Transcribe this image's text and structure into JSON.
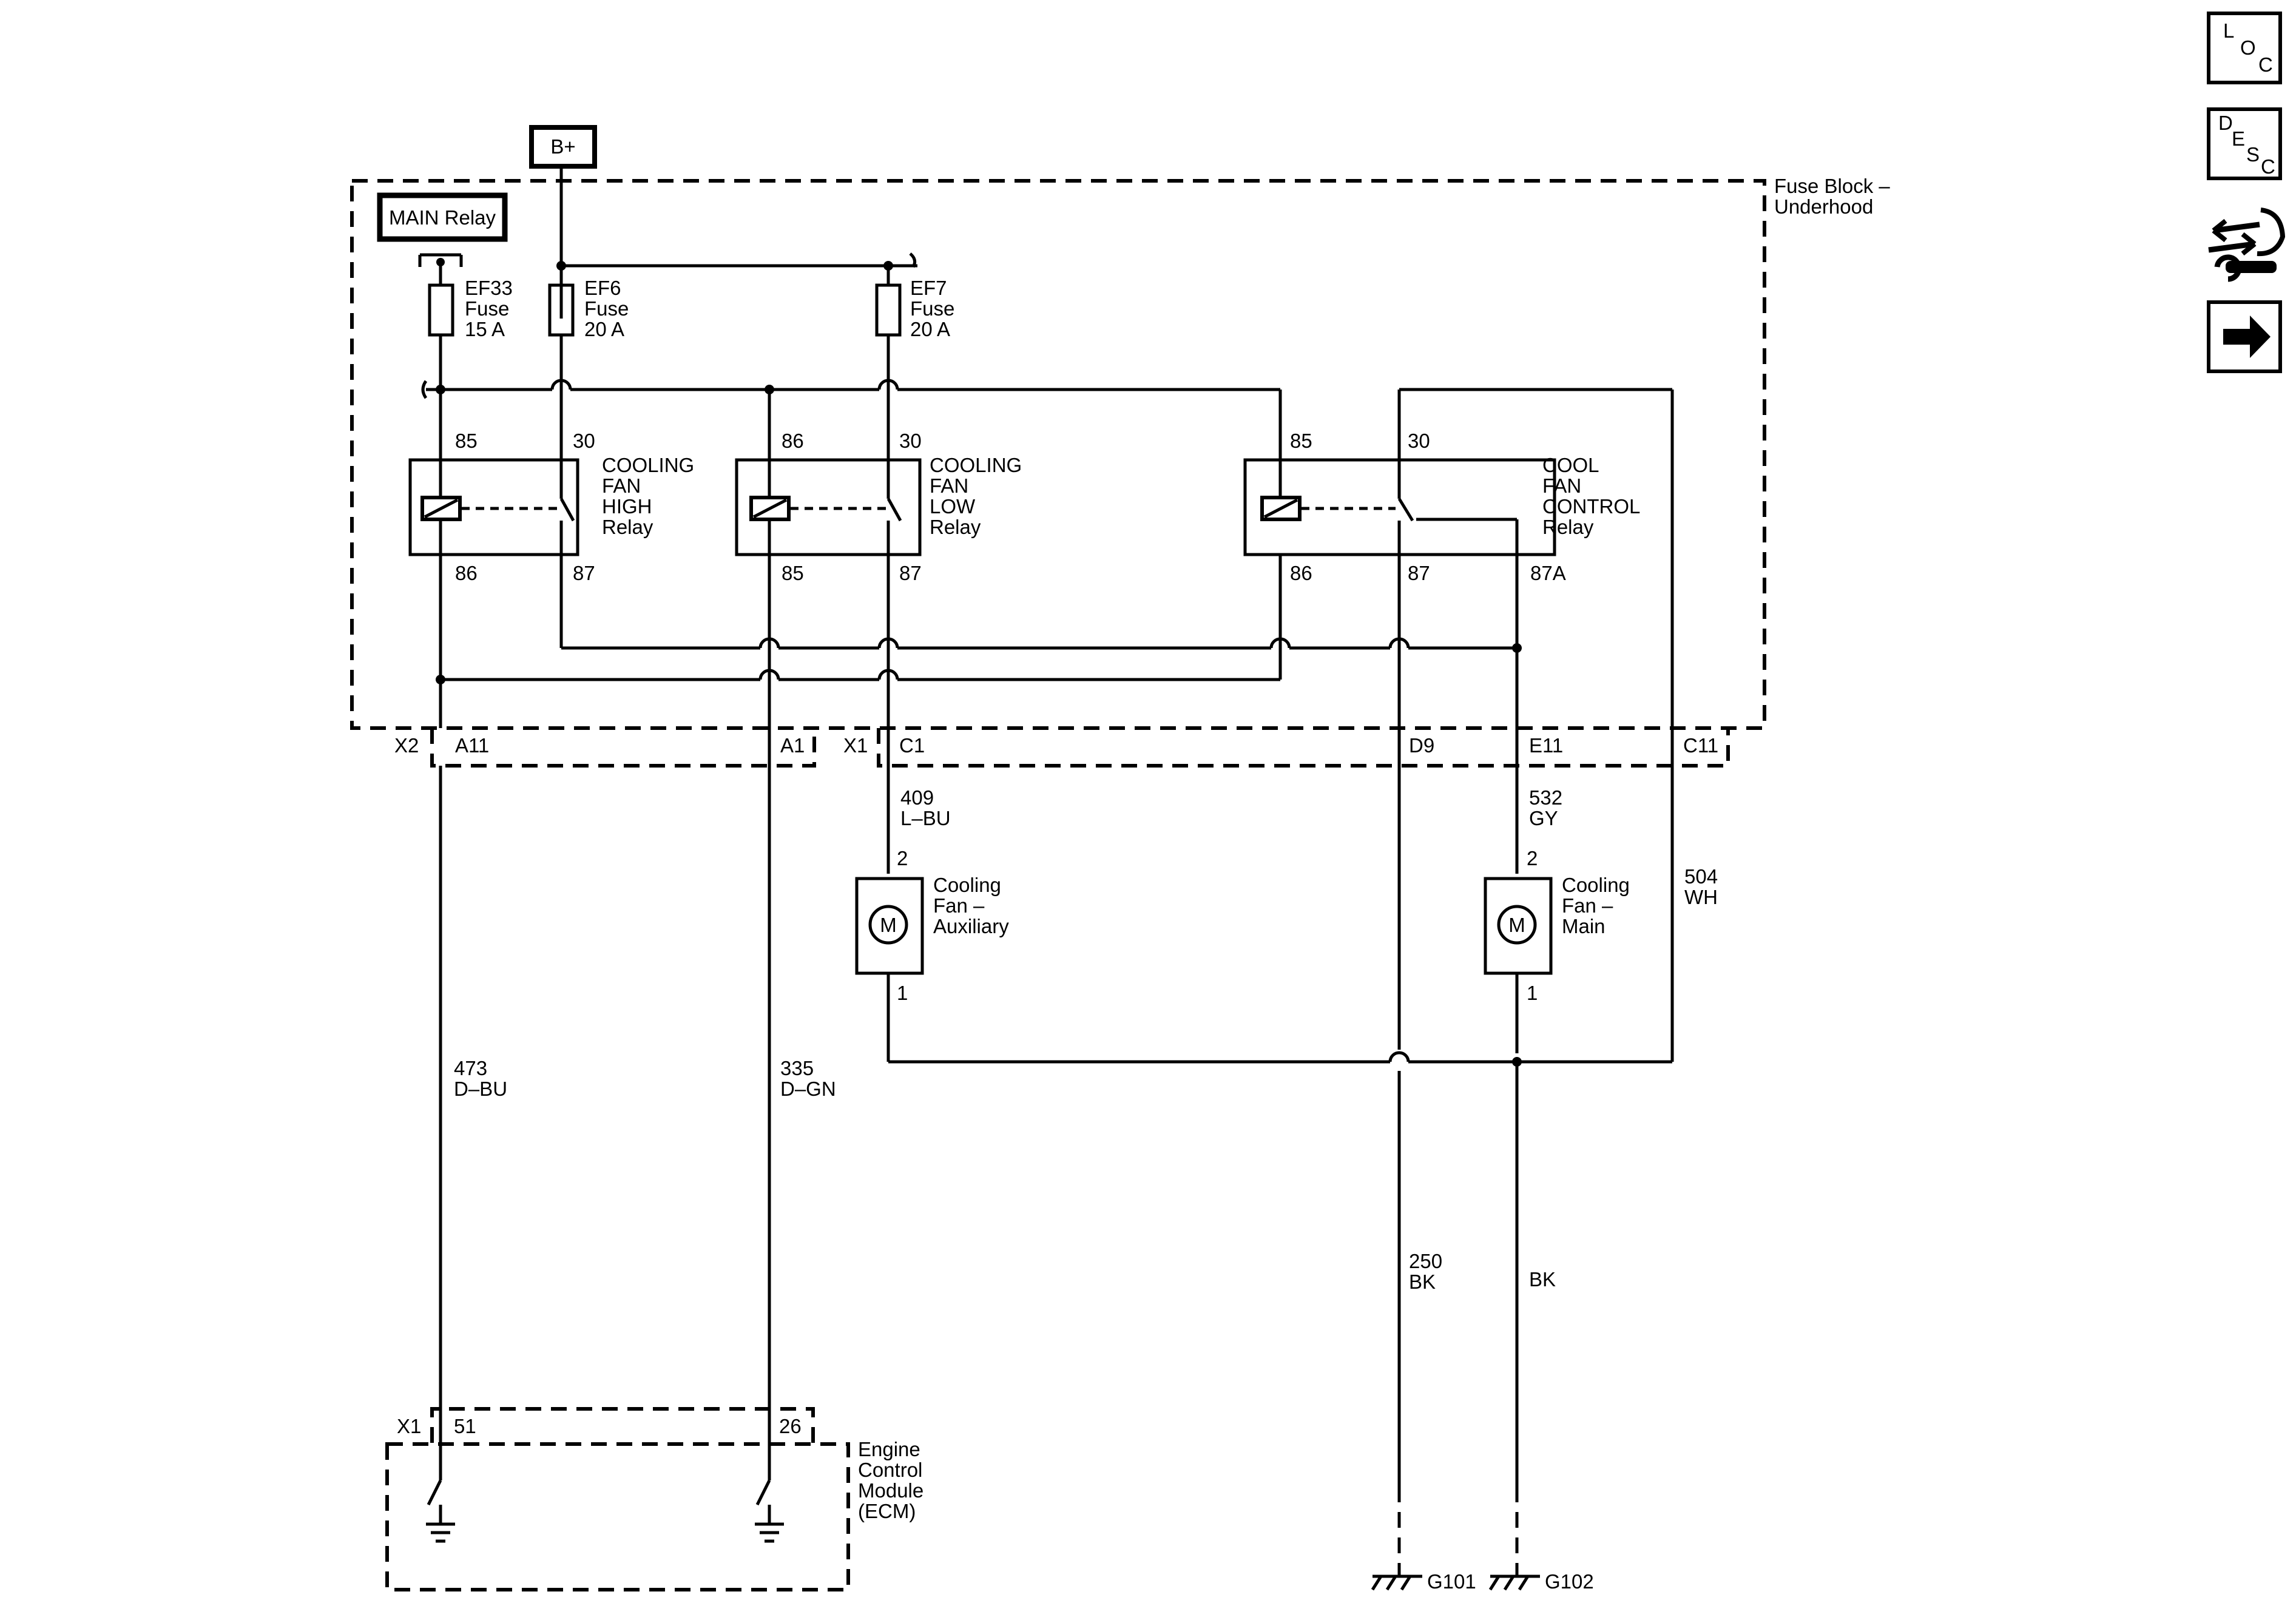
{
  "supply": {
    "battery": "B+",
    "main_relay": "MAIN Relay"
  },
  "fuse_block": {
    "title_line1": "Fuse Block –",
    "title_line2": "Underhood"
  },
  "fuses": [
    {
      "name": "EF33",
      "type": "Fuse",
      "rating": "15 A"
    },
    {
      "name": "EF6",
      "type": "Fuse",
      "rating": "20 A"
    },
    {
      "name": "EF7",
      "type": "Fuse",
      "rating": "20 A"
    }
  ],
  "relays": {
    "high": {
      "lines": [
        "COOLING",
        "FAN",
        "HIGH",
        "Relay"
      ],
      "coil_in": "85",
      "switch_in": "30",
      "coil_out": "86",
      "switch_out": "87"
    },
    "low": {
      "lines": [
        "COOLING",
        "FAN",
        "LOW",
        "Relay"
      ],
      "coil_in": "86",
      "switch_in": "30",
      "coil_out": "85",
      "switch_out": "87"
    },
    "control": {
      "lines": [
        "COOL",
        "FAN",
        "CONTROL",
        "Relay"
      ],
      "coil_in": "85",
      "switch_in": "30",
      "coil_out": "86",
      "switch_nc": "87",
      "switch_no": "87A"
    }
  },
  "connectors": {
    "x2": "X2",
    "x2_pins": [
      "A11",
      "A1"
    ],
    "x1": "X1",
    "x1_pins": [
      "C1",
      "D9",
      "E11",
      "C11"
    ],
    "ecm": "X1",
    "ecm_pins": [
      "51",
      "26"
    ]
  },
  "wires": {
    "w409": {
      "circuit": "409",
      "color": "L–BU"
    },
    "w532": {
      "circuit": "532",
      "color": "GY"
    },
    "w504": {
      "circuit": "504",
      "color": "WH"
    },
    "w473": {
      "circuit": "473",
      "color": "D–BU"
    },
    "w335": {
      "circuit": "335",
      "color": "D–GN"
    },
    "w250": {
      "circuit": "250",
      "color": "BK"
    },
    "wbk": {
      "color": "BK"
    }
  },
  "motors": {
    "aux": {
      "lines": [
        "Cooling",
        "Fan –",
        "Auxiliary"
      ],
      "symbol": "M",
      "pin_top": "2",
      "pin_bottom": "1"
    },
    "main": {
      "lines": [
        "Cooling",
        "Fan –",
        "Main"
      ],
      "symbol": "M",
      "pin_top": "2",
      "pin_bottom": "1"
    }
  },
  "ecm": {
    "lines": [
      "Engine",
      "Control",
      "Module",
      "(ECM)"
    ]
  },
  "grounds": {
    "g101": "G101",
    "g102": "G102"
  },
  "side_buttons": {
    "loc": [
      "L",
      "O",
      "C"
    ],
    "desc": [
      "D",
      "E",
      "S",
      "C"
    ],
    "tools_icon": "connector-wrench-icon",
    "next_icon": "arrow-right-icon"
  }
}
